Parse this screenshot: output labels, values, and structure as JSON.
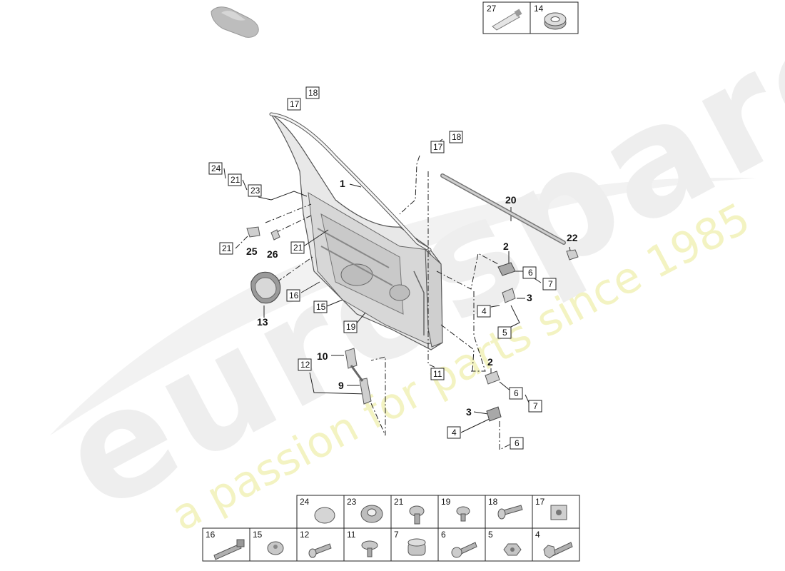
{
  "watermark": {
    "brand": "eurospares",
    "tagline": "a passion for parts since 1985"
  },
  "top_right_parts": [
    {
      "num": "27",
      "icon": "tube-icon"
    },
    {
      "num": "14",
      "icon": "tape-roll-icon"
    }
  ],
  "callouts": {
    "c1": "1",
    "c17a": "17",
    "c18a": "18",
    "c17b": "17",
    "c18b": "18",
    "c24": "24",
    "c21a": "21",
    "c23": "23",
    "c21b": "21",
    "c25": "25",
    "c26": "26",
    "c21c": "21",
    "c16": "16",
    "c13": "13",
    "c15": "15",
    "c19": "19",
    "c20": "20",
    "c22": "22",
    "c2a": "2",
    "c6a": "6",
    "c7a": "7",
    "c3a": "3",
    "c4a": "4",
    "c5": "5",
    "c10": "10",
    "c12": "12",
    "c9": "9",
    "c11": "11",
    "c2b": "2",
    "c6b": "6",
    "c7b": "7",
    "c3b": "3",
    "c4b": "4",
    "c6c": "6"
  },
  "hardware_grid": {
    "row1": [
      {
        "num": "24",
        "icon": "round-cap-icon"
      },
      {
        "num": "23",
        "icon": "grommet-icon"
      },
      {
        "num": "21",
        "icon": "screw-icon"
      },
      {
        "num": "19",
        "icon": "short-screw-icon"
      },
      {
        "num": "18",
        "icon": "threaded-screw-icon"
      },
      {
        "num": "17",
        "icon": "clip-nut-icon"
      }
    ],
    "row2": [
      {
        "num": "16",
        "icon": "long-bolt-icon"
      },
      {
        "num": "15",
        "icon": "plastic-nut-icon"
      },
      {
        "num": "12",
        "icon": "bolt-icon"
      },
      {
        "num": "11",
        "icon": "flange-screw-icon"
      },
      {
        "num": "7",
        "icon": "cylinder-cap-icon"
      },
      {
        "num": "6",
        "icon": "hex-bolt-icon"
      },
      {
        "num": "5",
        "icon": "hex-nut-icon"
      },
      {
        "num": "4",
        "icon": "hinge-bolt-icon"
      }
    ]
  }
}
